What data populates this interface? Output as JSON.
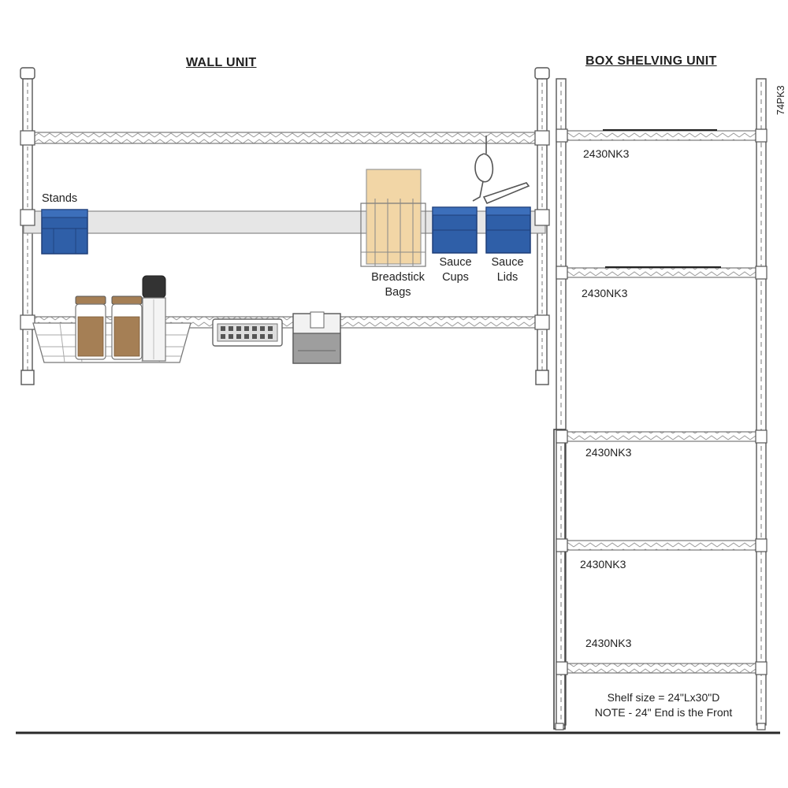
{
  "wall_unit": {
    "title": "WALL UNIT",
    "labels": {
      "stands": "Stands",
      "breadstick_bags": [
        "Breadstick",
        "Bags"
      ],
      "sauce_cups": [
        "Sauce",
        "Cups"
      ],
      "sauce_lids": [
        "Sauce",
        "Lids"
      ]
    }
  },
  "box_unit": {
    "title": "BOX SHELVING UNIT",
    "post_code": "74PK3",
    "shelf_codes": [
      "2430NK3",
      "2430NK3",
      "2430NK3",
      "2430NK3",
      "2430NK3"
    ],
    "note_lines": [
      "Shelf size = 24\"Lx30\"D",
      "NOTE - 24\" End is the Front"
    ]
  },
  "colors": {
    "line": "#555555",
    "wire": "#9a9a9a",
    "bin_blue": "#2f5fa8",
    "bin_blue_dark": "#1f3f78",
    "bag": "#f2d6a6",
    "rail": "#e6e6e6",
    "jar_label": "#a57f55",
    "floor": "#2a2a2a"
  }
}
